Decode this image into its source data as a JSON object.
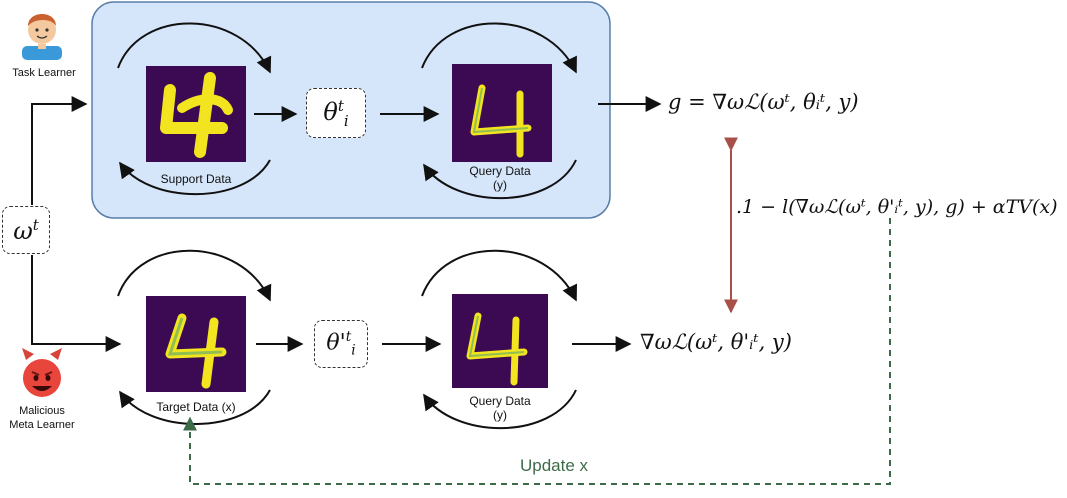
{
  "task_learner_label": "Task Learner",
  "malicious_label_line1": "Malicious",
  "malicious_label_line2": "Meta Learner",
  "support_label": "Support Data",
  "query_label_top_line1": "Query Data",
  "query_label_top_line2": "(y)",
  "target_label": "Target Data (x)",
  "query_label_bottom_line1": "Query Data",
  "query_label_bottom_line2": "(y)",
  "update_label": "Update x",
  "omega_symbol": "ω",
  "omega_sup": "t",
  "theta_top": "θ",
  "theta_top_sup": "t",
  "theta_top_sub": "i",
  "theta_bottom": "θ'",
  "theta_bottom_sup": "t",
  "theta_bottom_sub": "i",
  "eq_top": "g = ∇ωℒ(ωᵗ, θᵢᵗ, y)",
  "eq_mid": ".1 − l(∇ωℒ(ωᵗ, θ'ᵢᵗ, y), g) + αTV(x)",
  "eq_bottom": "∇ωℒ(ωᵗ, θ'ᵢᵗ, y)",
  "colors": {
    "panel_fill": "#d6e6fa",
    "panel_stroke": "#5a7ea8",
    "tile_bg": "#3b0a52",
    "digit": "#f2e41f",
    "digit_mid": "#2f9a86",
    "red_arrow": "#a85048",
    "green_dash": "#3d6b48"
  },
  "icons": {
    "task_learner": "person-icon",
    "malicious": "devil-face-icon"
  }
}
